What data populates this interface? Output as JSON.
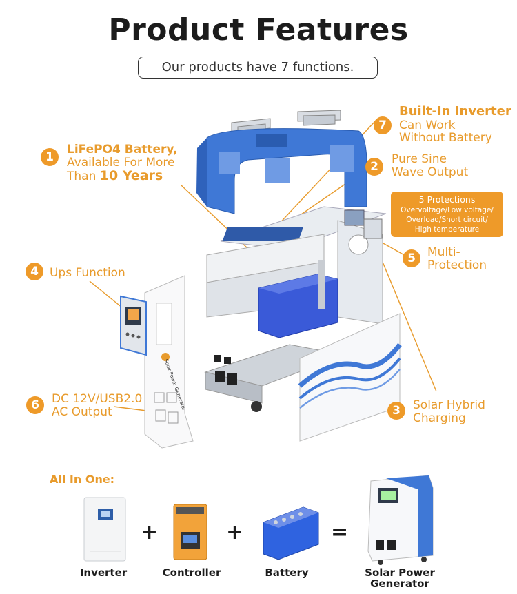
{
  "header": {
    "title": "Product Features",
    "subtitle": "Our products have 7 functions."
  },
  "features": [
    {
      "num": "1",
      "line1": "LiFePO4 Battery,",
      "line2": "Available For More",
      "line3a": "Than ",
      "line3b": "10 Years"
    },
    {
      "num": "2",
      "line1": "Pure Sine",
      "line2": "Wave Output"
    },
    {
      "num": "3",
      "line1": "Solar Hybrid",
      "line2": "Charging"
    },
    {
      "num": "4",
      "line1": "Ups Function"
    },
    {
      "num": "5",
      "line1": "Multi-",
      "line2": "Protection"
    },
    {
      "num": "6",
      "line1": "DC 12V/USB2.0",
      "line2": "AC Output"
    },
    {
      "num": "7",
      "line1": "Built-In Inverter",
      "line2": "Can Work",
      "line3": "Without Battery"
    }
  ],
  "protections": {
    "heading": "5 Protections",
    "line1": "Overvoltage/Low voltage/",
    "line2": "Overload/Short circuit/",
    "line3": "High temperature"
  },
  "device_label": "Solar Power Generator",
  "all_in_one": {
    "heading": "All In One:",
    "items": [
      {
        "label": "Inverter"
      },
      {
        "label": "Controller"
      },
      {
        "label": "Battery"
      },
      {
        "label": "Solar Power",
        "label2": "Generator"
      }
    ],
    "plus": "+",
    "equals": "="
  },
  "colors": {
    "accent": "#ee9a29",
    "shell_blue": "#3f78d6",
    "battery_blue": "#3a5ad8",
    "text_dark": "#1c1c1c"
  }
}
